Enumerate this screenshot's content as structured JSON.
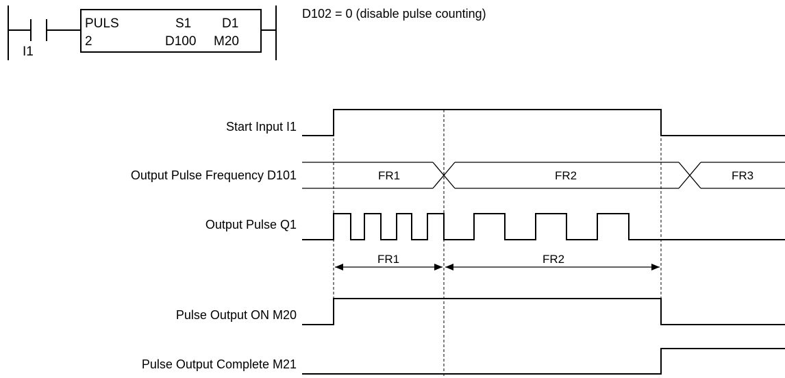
{
  "ladder": {
    "contact_label": "I1",
    "instruction": "PULS",
    "operand_s1_header": "S1",
    "operand_d1_header": "D1",
    "mode_value": "2",
    "s1_value": "D100",
    "d1_value": "M20"
  },
  "note": "D102 = 0 (disable pulse counting)",
  "timing": {
    "signals": [
      {
        "label": "Start Input I1"
      },
      {
        "label": "Output Pulse Frequency D101"
      },
      {
        "label": "Output Pulse Q1"
      },
      {
        "label": "Pulse Output ON M20"
      },
      {
        "label": "Pulse Output Complete M21"
      }
    ],
    "frequency_segments": [
      "FR1",
      "FR2",
      "FR3"
    ],
    "interval_labels": [
      "FR1",
      "FR2"
    ]
  }
}
